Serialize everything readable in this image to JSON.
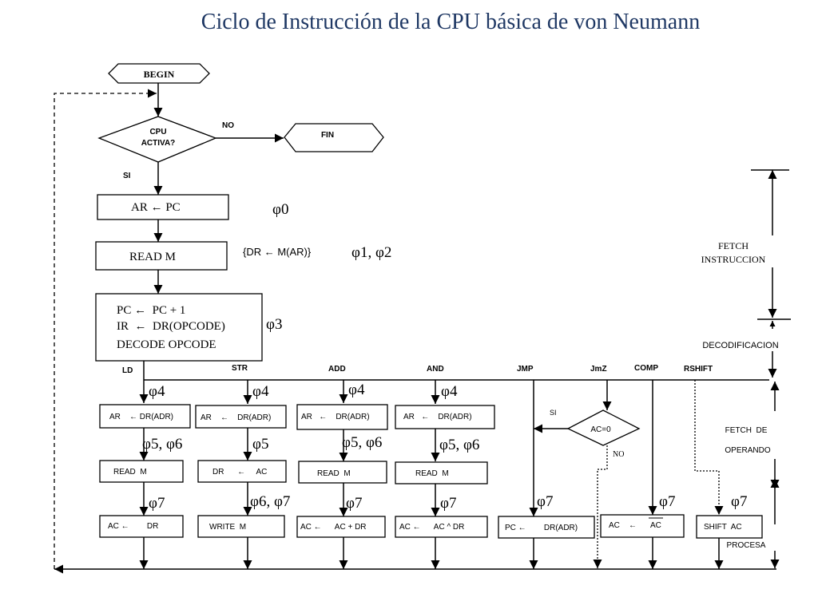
{
  "title": "Ciclo de Instrucción de la CPU básica de von Neumann",
  "nodes": {
    "begin": "BEGIN",
    "decision_line1": "CPU",
    "decision_line2": "ACTIVA?",
    "no": "NO",
    "fin": "FIN",
    "si": "SI",
    "ar_pc": "AR ← PC",
    "phi0": "φ0",
    "read_m": "READ M",
    "dr_m": "{DR ← M(AR)}",
    "phi12": "φ1, φ2",
    "pc_line1": "PC ←  PC + 1",
    "pc_line2": "IR  ←  DR(OPCODE)",
    "pc_line3": "DECODE OPCODE",
    "phi3": "φ3"
  },
  "sides": {
    "fetch_line1": "FETCH",
    "fetch_line2": "INSTRUCCION",
    "decodificacion": "DECODIFICACION",
    "fetch_de": "FETCH  DE",
    "operando": "OPERANDO",
    "procesa": "PROCESA"
  },
  "branches": {
    "ld": "LD",
    "str": "STR",
    "add": "ADD",
    "and": "AND",
    "jmp": "JMP",
    "jmz": "JmZ",
    "comp": "COMP",
    "rshift": "RSHIFT"
  },
  "phases": {
    "phi4": "φ4",
    "phi56": "φ5, φ6",
    "phi5": "φ5",
    "phi67": "φ6, φ7",
    "phi7": "φ7"
  },
  "ld": {
    "ar": "AR    ← DR(ADR)",
    "read": "READ  M",
    "ac": "AC ←        DR"
  },
  "str": {
    "ar": "AR    ←    DR(ADR)",
    "dr": "DR      ←     AC",
    "write": "WRITE  M"
  },
  "add": {
    "ar": "AR   ←    DR(ADR)",
    "read": "READ  M",
    "ac": "AC ←      AC + DR"
  },
  "and": {
    "ar": "AR   ←    DR(ADR)",
    "read": "READ  M",
    "ac": "AC ←      AC ^ DR"
  },
  "jmp": {
    "pc": "PC ←        DR(ADR)"
  },
  "jmz": {
    "cond": "AC=0",
    "si": "SI",
    "no": "NO"
  },
  "comp": {
    "ac_left": "AC    ←",
    "ac_bar": "AC"
  },
  "rshift": {
    "shift": "SHIFT  AC"
  }
}
